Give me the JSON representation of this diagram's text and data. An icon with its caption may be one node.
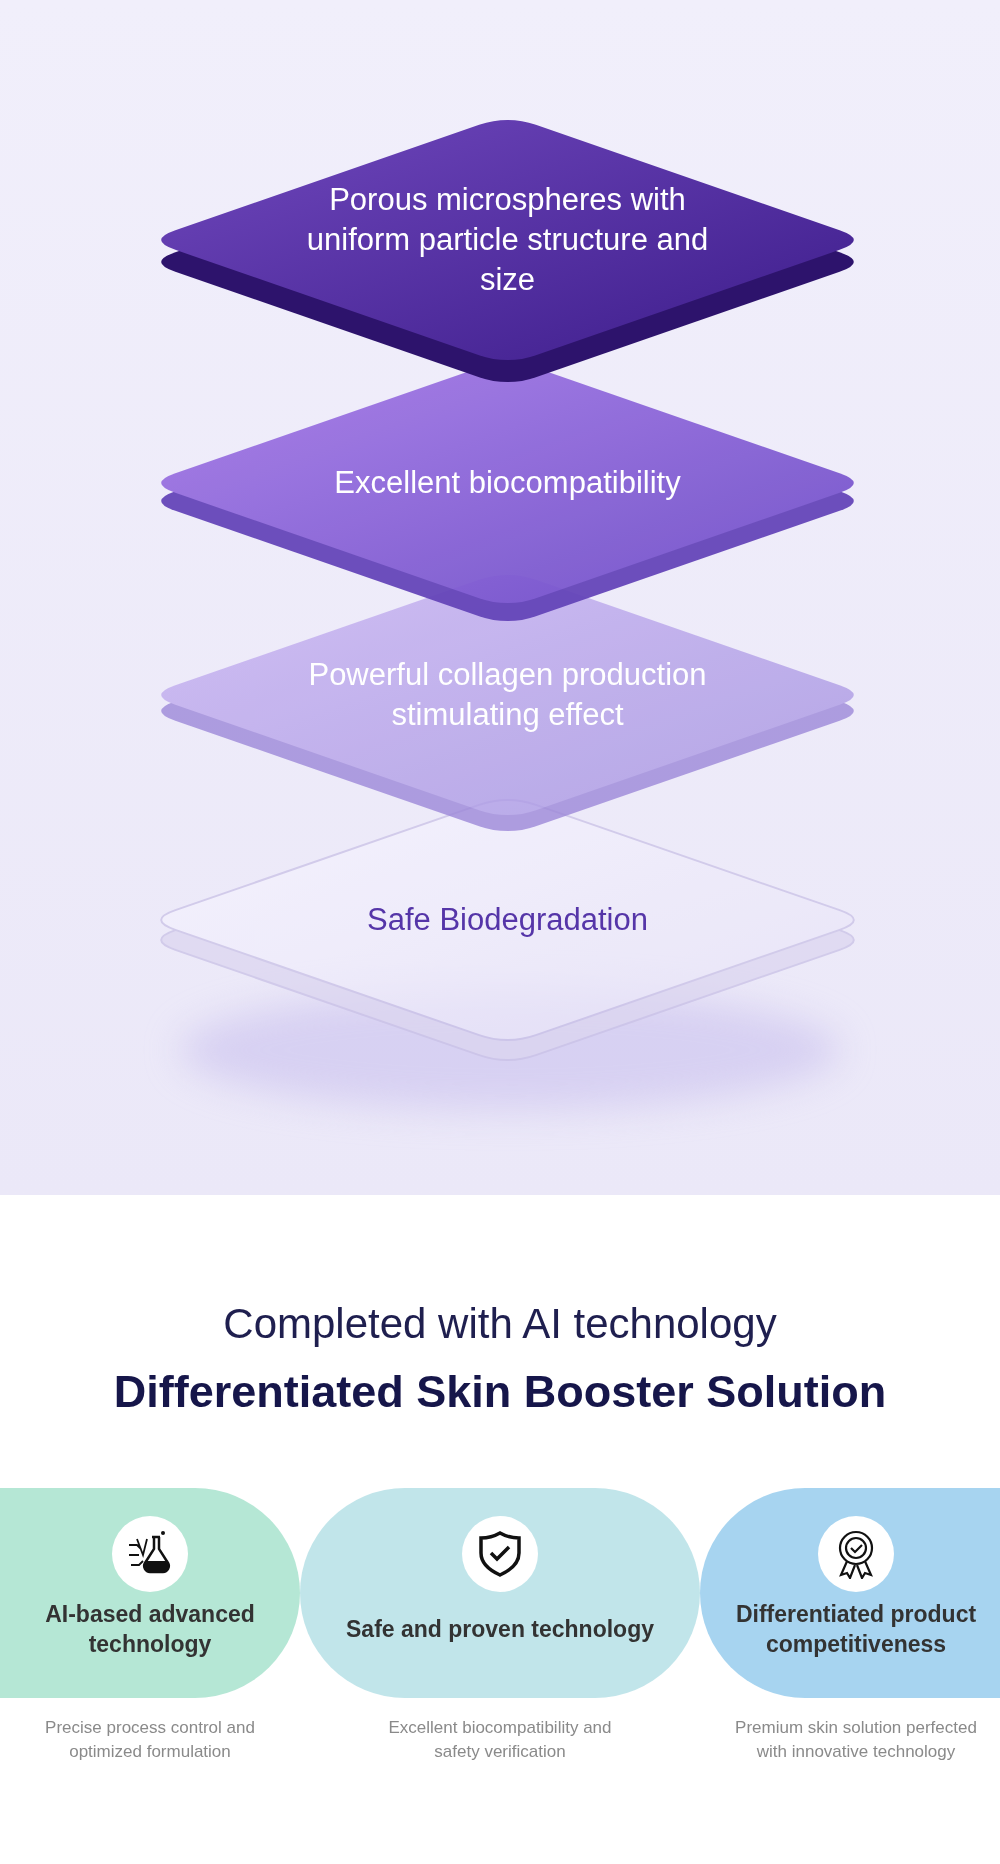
{
  "diagram": {
    "title": "Differentiated Skin Booster Solution",
    "nodes": [
      {
        "text": [
          "Porous microspheres with uniform particle structure and size"
        ]
      },
      {
        "text": [
          "Excellent biocompatibility"
        ]
      },
      {
        "text": [
          "Powerful collagen production stimulating effect"
        ]
      },
      {
        "text": [
          "Safe Biodegradation"
        ]
      },
      {
        "text": [
          "AI-based advanced technology"
        ],
        "beside": [
          "Precise process control and optimized formulation"
        ]
      },
      {
        "text": [
          "Safe and proven technology"
        ],
        "beside": [
          "Excellent biocompatibility and safety verification"
        ]
      },
      {
        "text": [
          "Differentiated product competitiveness"
        ],
        "beside": [
          "Premium skin solution perfected with innovative technology"
        ]
      }
    ],
    "labels": [
      "Completed with AI technology"
    ]
  }
}
